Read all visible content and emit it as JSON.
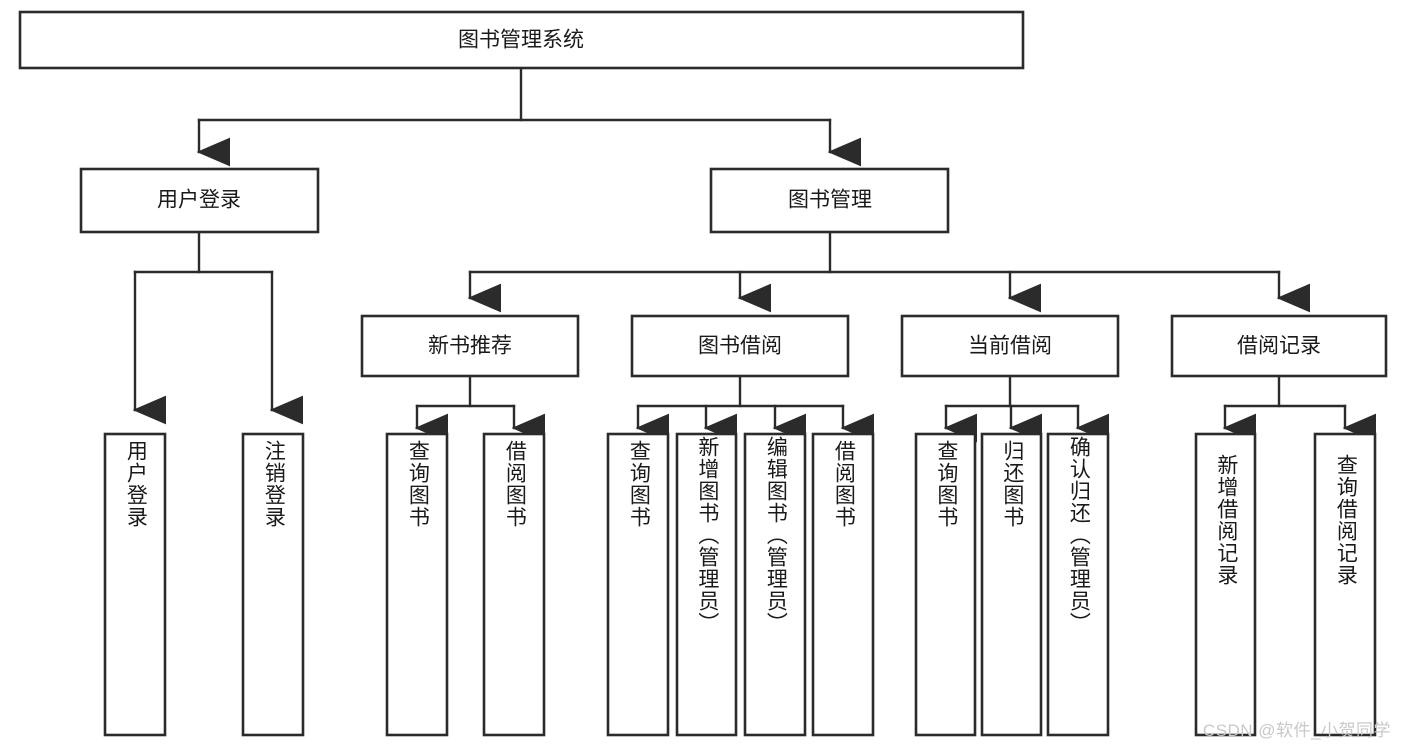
{
  "diagram": {
    "title": "图书管理系统",
    "type": "hierarchy-tree",
    "orientation": "top-down",
    "colors": {
      "box_stroke": "#2b2b2b",
      "box_fill": "#ffffff",
      "connector": "#2b2b2b",
      "label_text": "#1a1a1a",
      "watermark_text": "#c9c9c9",
      "background": "#ffffff"
    },
    "root": {
      "label": "图书管理系统"
    },
    "level2": [
      {
        "label": "用户登录"
      },
      {
        "label": "图书管理"
      }
    ],
    "level3": [
      {
        "label": "新书推荐"
      },
      {
        "label": "图书借阅"
      },
      {
        "label": "当前借阅"
      },
      {
        "label": "借阅记录"
      }
    ],
    "leaves": {
      "user_login": [
        {
          "label": "用户登录"
        },
        {
          "label": "注销登录"
        }
      ],
      "new_book_recommend": [
        {
          "label": "查询图书"
        },
        {
          "label": "借阅图书"
        }
      ],
      "book_borrow": [
        {
          "label": "查询图书"
        },
        {
          "label": "新增图书（管理员）"
        },
        {
          "label": "编辑图书（管理员）"
        },
        {
          "label": "借阅图书"
        }
      ],
      "current_borrow": [
        {
          "label": "查询图书"
        },
        {
          "label": "归还图书"
        },
        {
          "label": "确认归还（管理员）"
        }
      ],
      "borrow_record": [
        {
          "label": "新增借阅记录"
        },
        {
          "label": "查询借阅记录"
        }
      ]
    }
  },
  "watermark": {
    "text": "CSDN @软件_小贺同学"
  }
}
